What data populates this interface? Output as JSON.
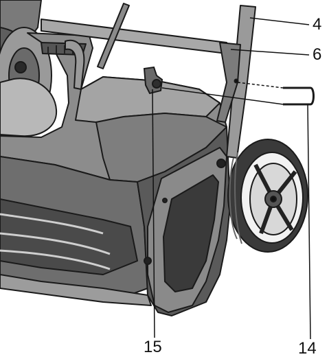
{
  "figure": {
    "callouts": [
      {
        "id": "4",
        "text": "4"
      },
      {
        "id": "6",
        "text": "6"
      },
      {
        "id": "15",
        "text": "15"
      },
      {
        "id": "14",
        "text": "14"
      }
    ]
  }
}
